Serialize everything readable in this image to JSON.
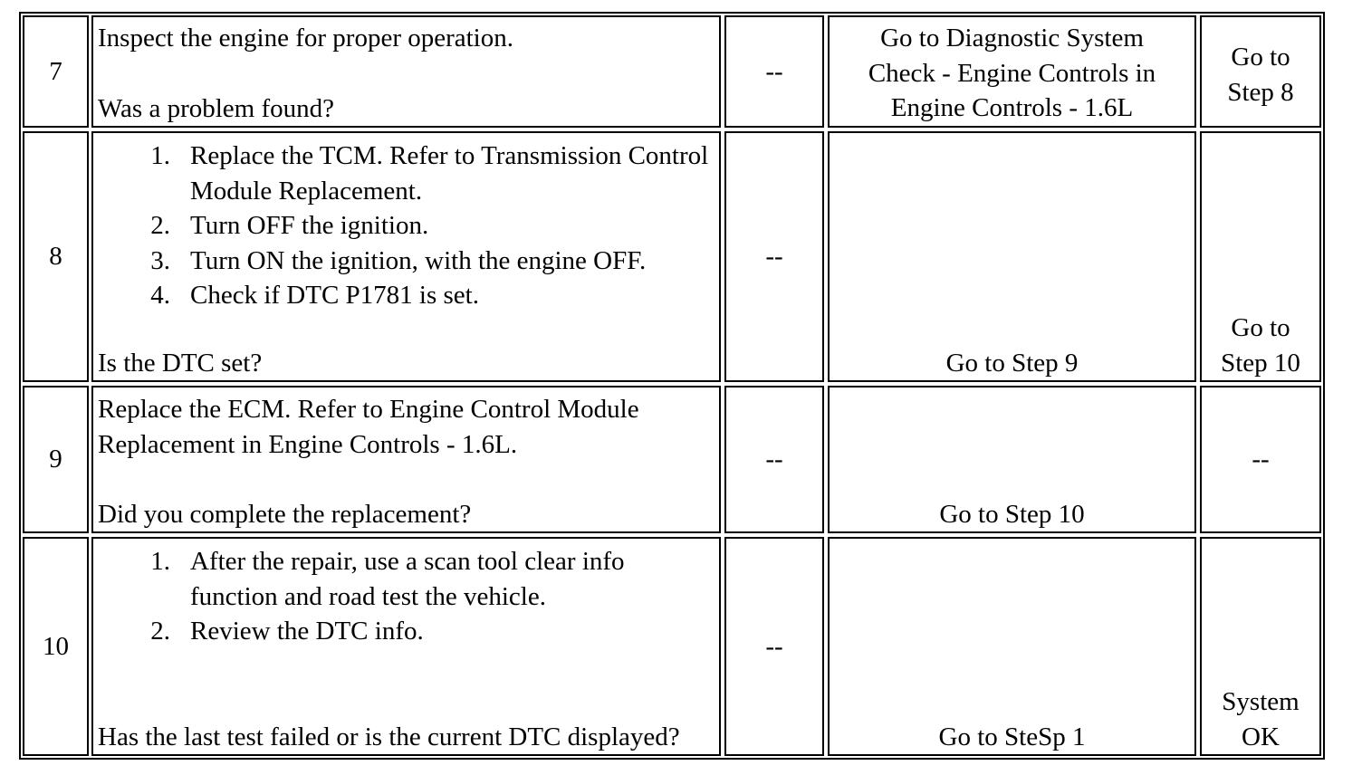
{
  "rows": [
    {
      "step": "7",
      "question_lines": [
        "Inspect the engine for proper operation."
      ],
      "steps": [],
      "prompt": "Was a problem found?",
      "value": "--",
      "yes": "Go to Diagnostic System Check - Engine Controls in Engine Controls - 1.6L",
      "no": "Go to Step 8"
    },
    {
      "step": "8",
      "steps": [
        {
          "n": "1.",
          "text": "Replace the TCM. Refer to Transmission Control Module Replacement."
        },
        {
          "n": "2.",
          "text": "Turn OFF the ignition."
        },
        {
          "n": "3.",
          "text": "Turn ON the ignition, with the engine OFF."
        },
        {
          "n": "4.",
          "text": "Check if DTC P1781 is set."
        }
      ],
      "prompt": "Is the DTC set?",
      "value": "--",
      "yes": "Go to Step 9",
      "no": "Go to Step 10"
    },
    {
      "step": "9",
      "question_lines": [
        "Replace the ECM. Refer to Engine Control Module Replacement in Engine Controls - 1.6L."
      ],
      "prompt": "Did you complete the replacement?",
      "value": "--",
      "yes": "Go to Step 10",
      "no": "--"
    },
    {
      "step": "10",
      "steps": [
        {
          "n": "1.",
          "text": "After the repair, use a scan tool clear info function and road test the vehicle."
        },
        {
          "n": "2.",
          "text": "Review the DTC info."
        }
      ],
      "prompt": "Has the last test failed or is the current DTC displayed?",
      "value": "--",
      "yes": "Go to SteSp 1",
      "no": "System OK"
    }
  ]
}
